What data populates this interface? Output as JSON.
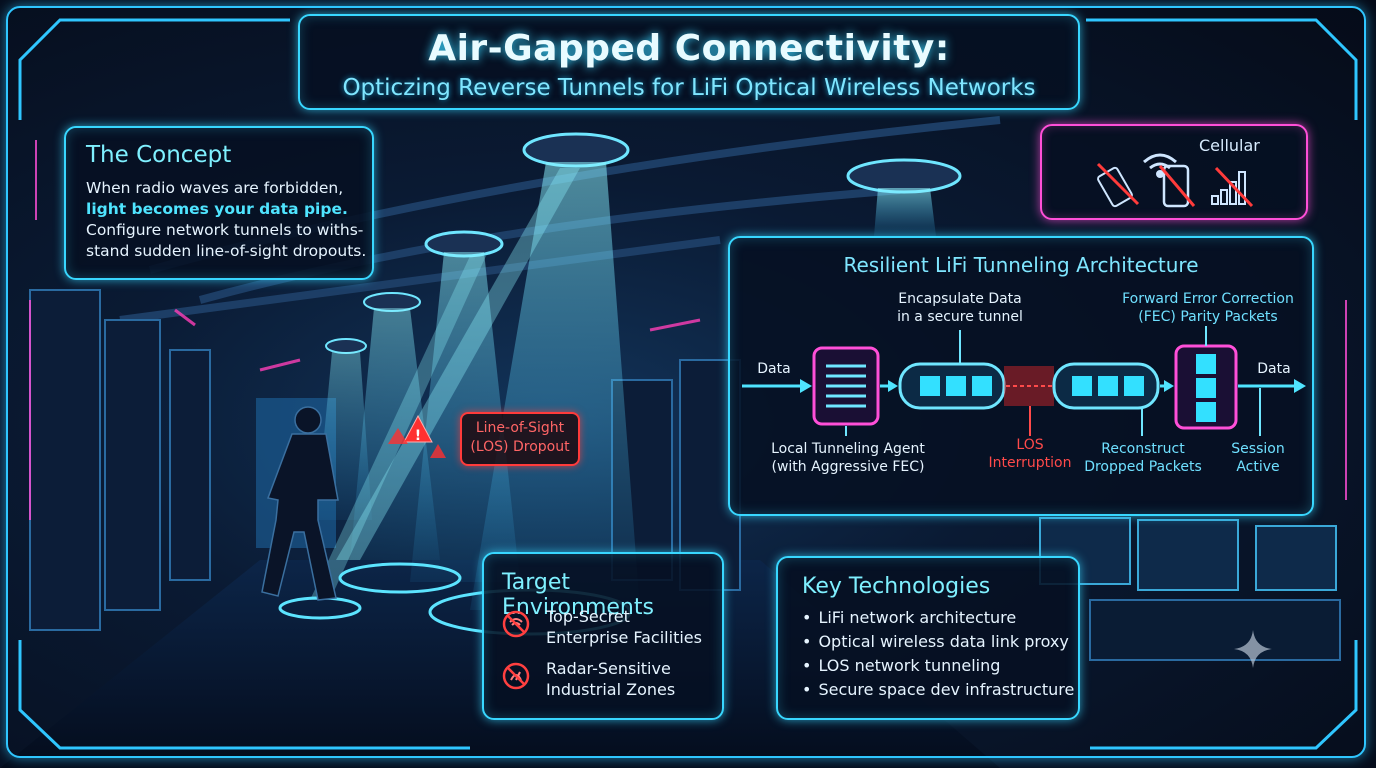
{
  "header": {
    "title": "Air-Gapped Connectivity:",
    "subtitle": "Opticzing Reverse Tunnels for LiFi Optical Wireless Networks"
  },
  "concept": {
    "heading": "The Concept",
    "line1": "When radio waves are forbidden,",
    "line2": "light becomes your data pipe.",
    "line3": "Configure network tunnels to withs-",
    "line4": "stand sudden line-of-sight dropouts."
  },
  "signals": {
    "cellular_label": "Cellular",
    "icons": [
      "wifi-icon",
      "phone-icon",
      "cell-bars-icon"
    ]
  },
  "los_callout": {
    "line1": "Line-of-Sight",
    "line2": "(LOS) Dropout"
  },
  "architecture": {
    "title": "Resilient LiFi Tunneling Architecture",
    "input_label": "Data",
    "output_label": "Data",
    "encapsulate_label_1": "Encapsulate Data",
    "encapsulate_label_2": "in a secure tunnel",
    "fec_label_1": "Forward Error Correction",
    "fec_label_2": "(FEC) Parity Packets",
    "agent_label_1": "Local Tunneling Agent",
    "agent_label_2": "(with Aggressive FEC)",
    "los_label_1": "LOS",
    "los_label_2": "Interruption",
    "reconstruct_label_1": "Reconstruct",
    "reconstruct_label_2": "Dropped Packets",
    "session_label_1": "Session",
    "session_label_2": "Active"
  },
  "environments": {
    "heading": "Target Environments",
    "items": [
      {
        "line1": "Top-Secret",
        "line2": "Enterprise Facilities",
        "icon": "no-wifi-icon"
      },
      {
        "line1": "Radar-Sensitive",
        "line2": "Industrial Zones",
        "icon": "no-radar-icon"
      }
    ]
  },
  "technologies": {
    "heading": "Key Technologies",
    "items": [
      "LiFi network architecture",
      "Optical wireless data link proxy",
      "LOS network tunneling",
      "Secure space dev infrastructure"
    ]
  },
  "colors": {
    "accent": "#38d7ff",
    "magenta": "#ff4fd8",
    "alert": "#ff3b3b"
  }
}
